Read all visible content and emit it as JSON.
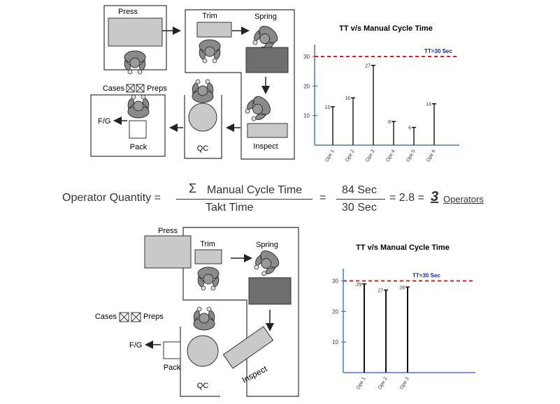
{
  "layout_top": {
    "areas": {
      "press": "Press",
      "trim": "Trim",
      "spring": "Spring",
      "inspect": "Inspect",
      "qc": "QC",
      "pack": "Pack"
    },
    "labels": {
      "cases": "Cases",
      "preps": "Preps",
      "fg": "F/G"
    }
  },
  "layout_bottom": {
    "areas": {
      "press": "Press",
      "trim": "Trim",
      "spring": "Spring",
      "inspect": "Inspect",
      "qc": "QC",
      "pack": "Pack"
    },
    "labels": {
      "cases": "Cases",
      "preps": "Preps",
      "fg": "F/G"
    }
  },
  "equation": {
    "lhs": "Operator Quantity =",
    "sum_symbol": "Σ",
    "numerator": "Manual Cycle Time",
    "denominator": "Takt Time",
    "equals": "=",
    "num_value": "84 Sec",
    "den_value": "30 Sec",
    "result": "= 2.8 =",
    "operators_count": "3",
    "operators_label": "Operators"
  },
  "colors": {
    "takt_line": "#d62020",
    "axis": "#4a78c8",
    "takt_label": "#1a2a9a",
    "machine_dark": "#6e6e6e",
    "machine_light": "#c9c9c9"
  },
  "chart_data": [
    {
      "type": "bar",
      "title": "TT v/s Manual Cycle Time",
      "categories": [
        "Ope 1",
        "Ope 2",
        "Ope 3",
        "Ope 4",
        "Ope 5",
        "Ope 6"
      ],
      "values": [
        13,
        16,
        27,
        8,
        6,
        14
      ],
      "data_labels": [
        "13",
        "16",
        "27",
        "8",
        "6",
        "14"
      ],
      "ylim": [
        0,
        34
      ],
      "yticks": [
        "10",
        "20",
        "30"
      ],
      "takt_time": 30,
      "takt_label": "TT=30  Sec",
      "xlabel": "",
      "ylabel": ""
    },
    {
      "type": "bar",
      "title": "TT v/s Manual Cycle Time",
      "categories": [
        "Ope 1",
        "Ope 2",
        "Ope 3"
      ],
      "values": [
        29,
        27,
        28
      ],
      "data_labels": [
        "29",
        "27",
        "28"
      ],
      "ylim": [
        0,
        34
      ],
      "yticks": [
        "10",
        "20",
        "30"
      ],
      "takt_time": 30,
      "takt_label": "TT=30  Sec",
      "xlabel": "",
      "ylabel": ""
    }
  ]
}
